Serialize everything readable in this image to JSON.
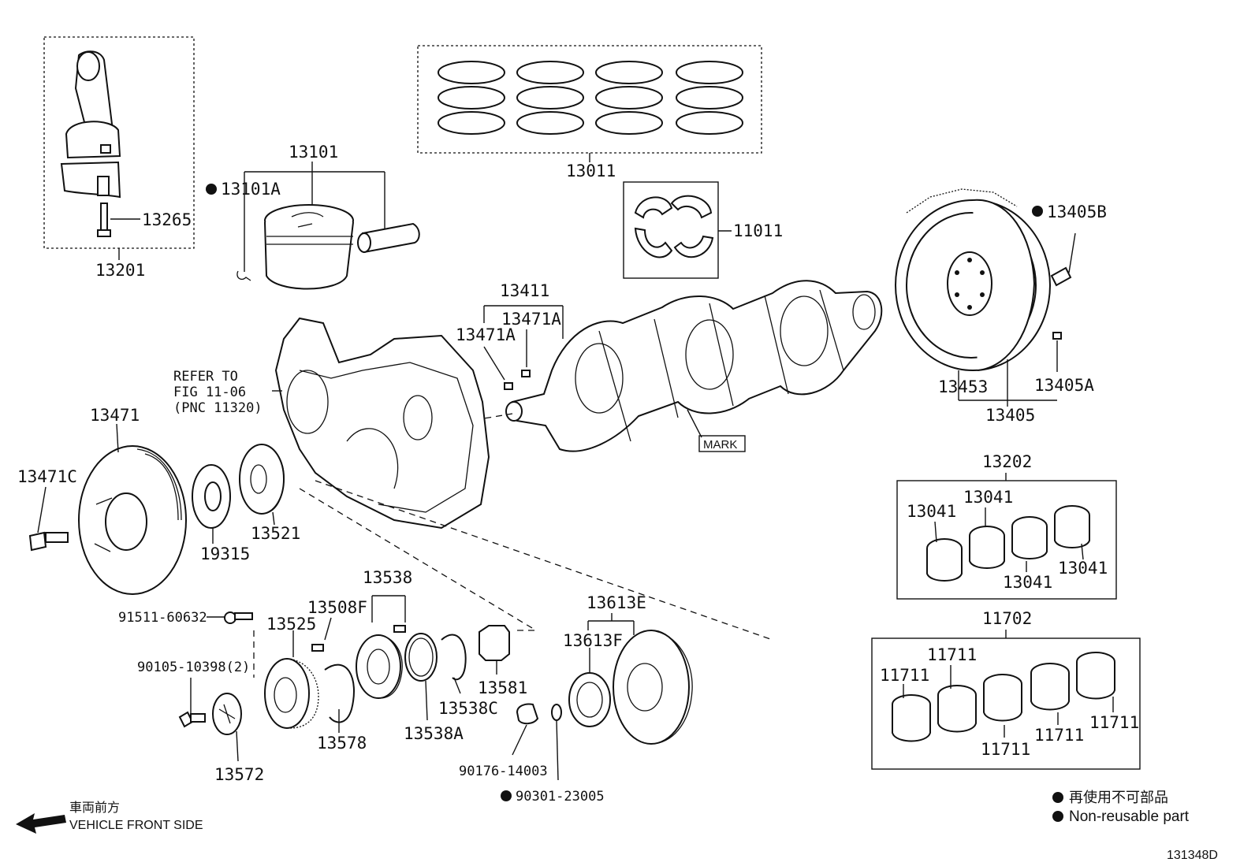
{
  "figure_id": "131348D",
  "labels": {
    "conrod_assy": "13201",
    "conrod_bolt": "13265",
    "piston": "13101",
    "piston_clip": "13101A",
    "ring_set": "13011",
    "thrust_washer": "11011",
    "crank_key_group": "13411",
    "crank_key_1": "13471A",
    "crank_key_2": "13471A",
    "flywheel_bolt": "13405B",
    "ring_gear": "13453",
    "flywheel": "13405",
    "flywheel_pin": "13405A",
    "refer_line1": "REFER TO",
    "refer_line2": "FIG 11-06",
    "refer_line3": "(PNC 11320)",
    "mark": "MARK",
    "pulley": "13471",
    "pulley_bolt": "13471C",
    "plate_19315": "19315",
    "gear_13521": "13521",
    "bearing_set_conrod": "13202",
    "brg_a": "13041",
    "brg_b": "13041",
    "brg_c": "13041",
    "brg_d": "13041",
    "main_bearing_set": "11702",
    "mb_a": "11711",
    "mb_b": "11711",
    "mb_c": "11711",
    "mb_d": "11711",
    "mb_e": "11711",
    "bolt_91511": "91511-60632",
    "bolt_90105": "90105-10398(2)",
    "sprocket_13525": "13525",
    "pin_13508f": "13508F",
    "pin_13538": "13538",
    "snap_13578": "13578",
    "washer_13538a": "13538A",
    "snap_13538c": "13538C",
    "plug_13581": "13581",
    "plate_13572": "13572",
    "group_13613e": "13613E",
    "seal_13613f": "13613F",
    "plug_90176": "90176-14003",
    "gasket_90301": "90301-23005"
  },
  "legend": {
    "jp": "再使用不可部品",
    "en": "Non-reusable part"
  },
  "direction": {
    "jp": "車両前方",
    "en": "VEHICLE FRONT SIDE"
  }
}
